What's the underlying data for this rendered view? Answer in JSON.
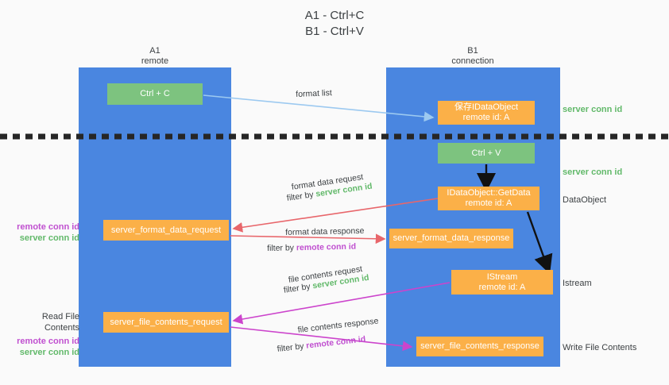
{
  "title": "A1 - Ctrl+C\nB1 - Ctrl+V",
  "columns": {
    "a1": "A1\nremote",
    "b1": "B1\nconnection"
  },
  "nodes": {
    "ctrl_c": "Ctrl + C",
    "idataobject": "保存IDataObject\nremote id: A",
    "ctrl_v": "Ctrl + V",
    "getdata": "IDataObject::GetData\nremote id: A",
    "server_format_data_request": "server_format_data_request",
    "server_format_data_response": "server_format_data_response",
    "istream": "IStream\nremote id: A",
    "server_file_contents_request": "server_file_contents_request",
    "server_file_contents_response": "server_file_contents_response"
  },
  "annotations": {
    "server_conn_id_top": "server conn id",
    "server_conn_id_mid": "server conn id",
    "dataobject": "DataObject",
    "istream": "Istream",
    "write_file_contents": "Write File Contents",
    "read_file_contents": "Read File Contents",
    "remote_conn_id": "remote conn id",
    "server_conn_id": "server conn id"
  },
  "edges": {
    "format_list": "format list",
    "format_data_request": "format data request",
    "filter_by": "filter by ",
    "format_data_response": "format data response",
    "file_contents_request": "file contents request",
    "file_contents_response": "file contents response",
    "filter_server": "server conn id",
    "filter_remote": "remote conn id"
  },
  "colors": {
    "lane": "#4a86e0",
    "green_node": "#7dc37f",
    "orange_node": "#fbb048",
    "remote_conn": "#c050d0",
    "server_conn": "#62b96a",
    "arrow_light_blue": "#9cc9f0",
    "arrow_red": "#e8666b",
    "arrow_magenta": "#cc44cc",
    "arrow_black": "#111111",
    "background": "#fafafa"
  }
}
